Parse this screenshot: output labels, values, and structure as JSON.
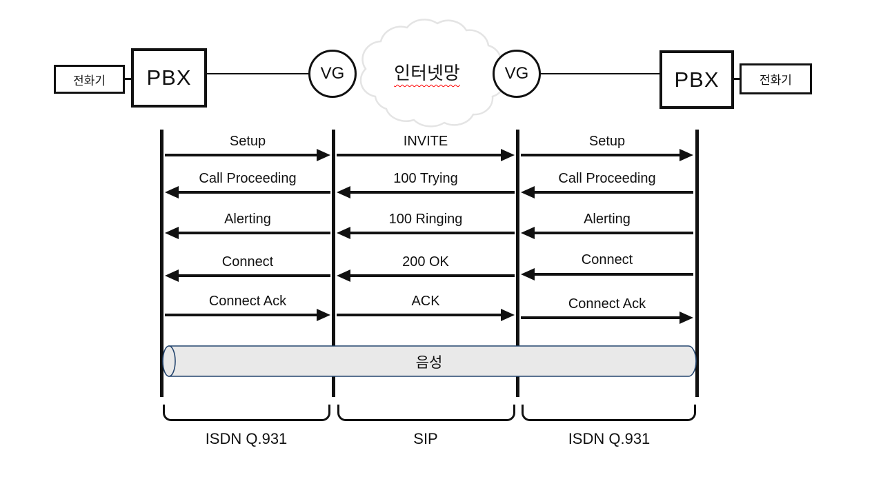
{
  "topology": {
    "phone_left_label": "전화기",
    "pbx_left_label": "PBX",
    "vg_left_label": "VG",
    "cloud_label": "인터넷망",
    "vg_right_label": "VG",
    "pbx_right_label": "PBX",
    "phone_right_label": "전화기"
  },
  "sequence": {
    "columns": [
      {
        "protocol": "ISDN Q.931",
        "messages": [
          {
            "label": "Setup",
            "direction": "right"
          },
          {
            "label": "Call Proceeding",
            "direction": "left"
          },
          {
            "label": "Alerting",
            "direction": "left"
          },
          {
            "label": "Connect",
            "direction": "left"
          },
          {
            "label": "Connect Ack",
            "direction": "right"
          }
        ]
      },
      {
        "protocol": "SIP",
        "messages": [
          {
            "label": "INVITE",
            "direction": "right"
          },
          {
            "label": "100 Trying",
            "direction": "left"
          },
          {
            "label": "100 Ringing",
            "direction": "left"
          },
          {
            "label": "200 OK",
            "direction": "left"
          },
          {
            "label": "ACK",
            "direction": "right"
          }
        ]
      },
      {
        "protocol": "ISDN Q.931",
        "messages": [
          {
            "label": "Setup",
            "direction": "right"
          },
          {
            "label": "Call Proceeding",
            "direction": "left"
          },
          {
            "label": "Alerting",
            "direction": "left"
          },
          {
            "label": "Connect",
            "direction": "left"
          },
          {
            "label": "Connect Ack",
            "direction": "right"
          }
        ]
      }
    ],
    "media_pipe_label": "음성"
  },
  "colors": {
    "diagram_line": "#111111",
    "cloud_stroke": "#e4e4e4",
    "pipe_fill": "#e9e9e9",
    "pipe_stroke": "#24456e",
    "spellcheck_squiggle": "#ff0000"
  }
}
